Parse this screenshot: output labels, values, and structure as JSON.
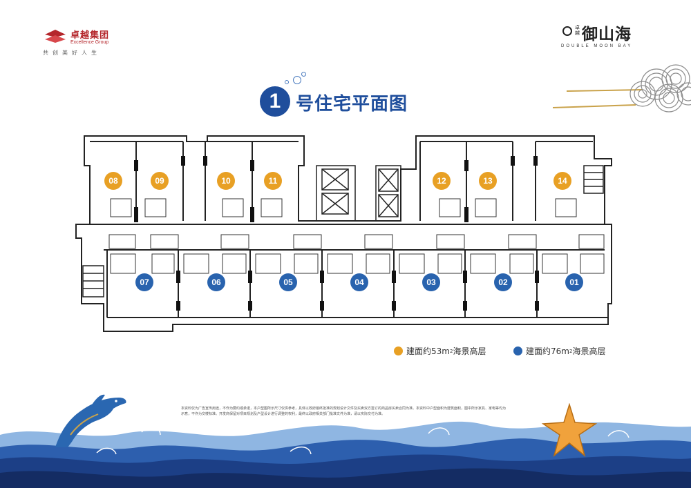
{
  "brand_left": {
    "name": "卓越集团",
    "sub": "Excellence Group",
    "slogan": "共创美好人生"
  },
  "brand_right": {
    "small": "卓越",
    "name": "御山海",
    "en": "DOUBLE MOON BAY"
  },
  "title": {
    "number": "1",
    "text": "号住宅平面图"
  },
  "units_small": [
    "08",
    "09",
    "10",
    "11",
    "12",
    "13",
    "14"
  ],
  "units_large": [
    "07",
    "06",
    "05",
    "04",
    "03",
    "02",
    "01"
  ],
  "legend": {
    "small": {
      "label_prefix": "建面约53m",
      "sup": "2",
      "label_suffix": "海景高层",
      "color": "#e8a024"
    },
    "large": {
      "label_prefix": "建面约76m",
      "sup": "2",
      "label_suffix": "海景高层",
      "color": "#2963ae"
    }
  },
  "disclaimer": "本资料仅为广告宣传用途，不作为要约或承诺，本户型图所示尺寸仅供参考，具体以政府最终批准的规划设计文件及买卖双方签订的商品房买卖合同为准。本资料中户型面积为建筑面积，图中所示家具、家电等均为示意，不作为交楼标准。开发商保留对项目规划及户型设计进行调整的权利，最终以政府相关部门批准文件为准，请以实际交付为准。"
}
